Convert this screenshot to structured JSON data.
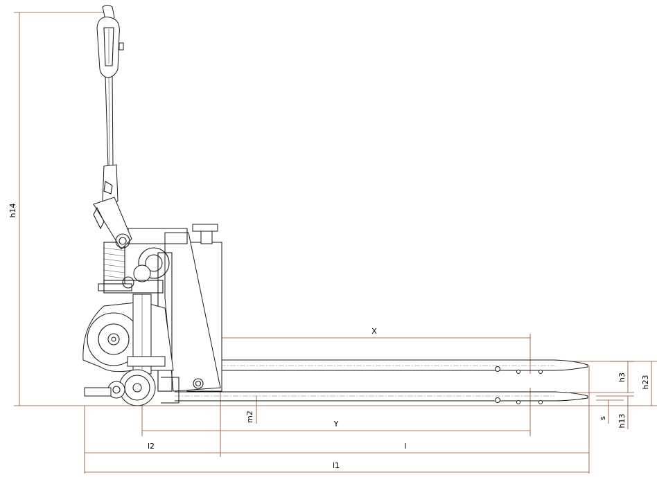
{
  "drawing": {
    "labels": {
      "h14": "h14",
      "X": "X",
      "Y": "Y",
      "l2": "l2",
      "l": "l",
      "l1": "l1",
      "m2": "m2",
      "h3": "h3",
      "h23": "h23",
      "s": "s",
      "h13": "h13"
    },
    "colors": {
      "dimension_line": "#8a4a2e",
      "outline": "#1a1a1a"
    }
  }
}
